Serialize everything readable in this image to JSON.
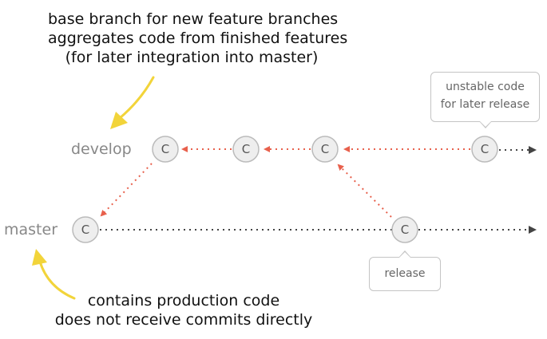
{
  "colors": {
    "merge_arrow": "#e8604c",
    "timeline": "#444444",
    "node_fill": "#eeeeee",
    "node_stroke": "#bbbbbb",
    "annotation_arrow": "#f2d43a"
  },
  "annotations": {
    "develop_note": [
      "base branch for new feature branches",
      "aggregates code from finished features",
      "(for later integration into master)"
    ],
    "master_note": [
      "contains production code",
      "does not receive commits directly"
    ]
  },
  "branches": {
    "develop": "develop",
    "master": "master"
  },
  "commit_label": "C",
  "callouts": {
    "unstable": [
      "unstable code",
      "for later release"
    ],
    "release": "release"
  }
}
